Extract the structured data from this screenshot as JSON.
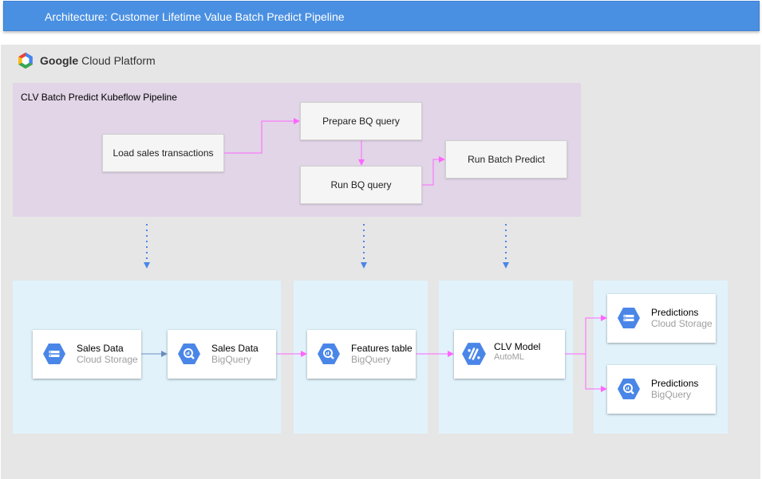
{
  "header": {
    "title": "Architecture: Customer Lifetime Value Batch Predict Pipeline"
  },
  "platform": {
    "name_bold": "Google",
    "name_rest": " Cloud Platform"
  },
  "pipeline": {
    "title": "CLV Batch Predict Kubeflow Pipeline",
    "steps": {
      "load": "Load sales transactions",
      "prepare": "Prepare BQ query",
      "run_query": "Run BQ query",
      "batch_predict": "Run Batch Predict"
    }
  },
  "nodes": {
    "sales_storage": {
      "name": "Sales Data",
      "service": "Cloud Storage",
      "icon": "cloud-storage-icon"
    },
    "sales_bq": {
      "name": "Sales Data",
      "service": "BigQuery",
      "icon": "bigquery-icon"
    },
    "features": {
      "name": "Features table",
      "service": "BigQuery",
      "icon": "bigquery-icon"
    },
    "model": {
      "name": "CLV Model",
      "service": "AutoML",
      "icon": "automl-icon"
    },
    "pred_storage": {
      "name": "Predictions",
      "service": "Cloud Storage",
      "icon": "cloud-storage-icon"
    },
    "pred_bq": {
      "name": "Predictions",
      "service": "BigQuery",
      "icon": "bigquery-icon"
    }
  },
  "colors": {
    "title_bar": "#4a90e2",
    "pipeline_bg": "#e1d5e7",
    "zone_bg": "#e1f2fb",
    "pipeline_arrow": "#ff66ff",
    "dotted_arrow": "#4a86e8",
    "icon_blue": "#4a86e8"
  }
}
